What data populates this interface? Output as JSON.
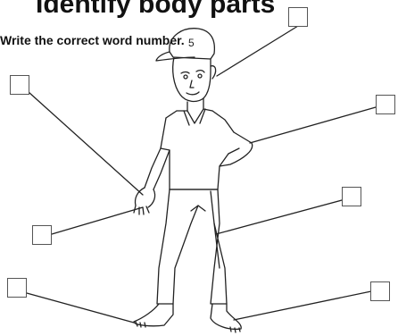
{
  "title": "Identify body parts",
  "instruction": "Write the correct word number.",
  "figure": {
    "subject": "boy",
    "cap_number": "5"
  },
  "answer_boxes": [
    {
      "id": "head",
      "value": ""
    },
    {
      "id": "hand",
      "value": ""
    },
    {
      "id": "arm",
      "value": ""
    },
    {
      "id": "finger",
      "value": ""
    },
    {
      "id": "leg",
      "value": ""
    },
    {
      "id": "toe",
      "value": ""
    },
    {
      "id": "foot",
      "value": ""
    }
  ]
}
